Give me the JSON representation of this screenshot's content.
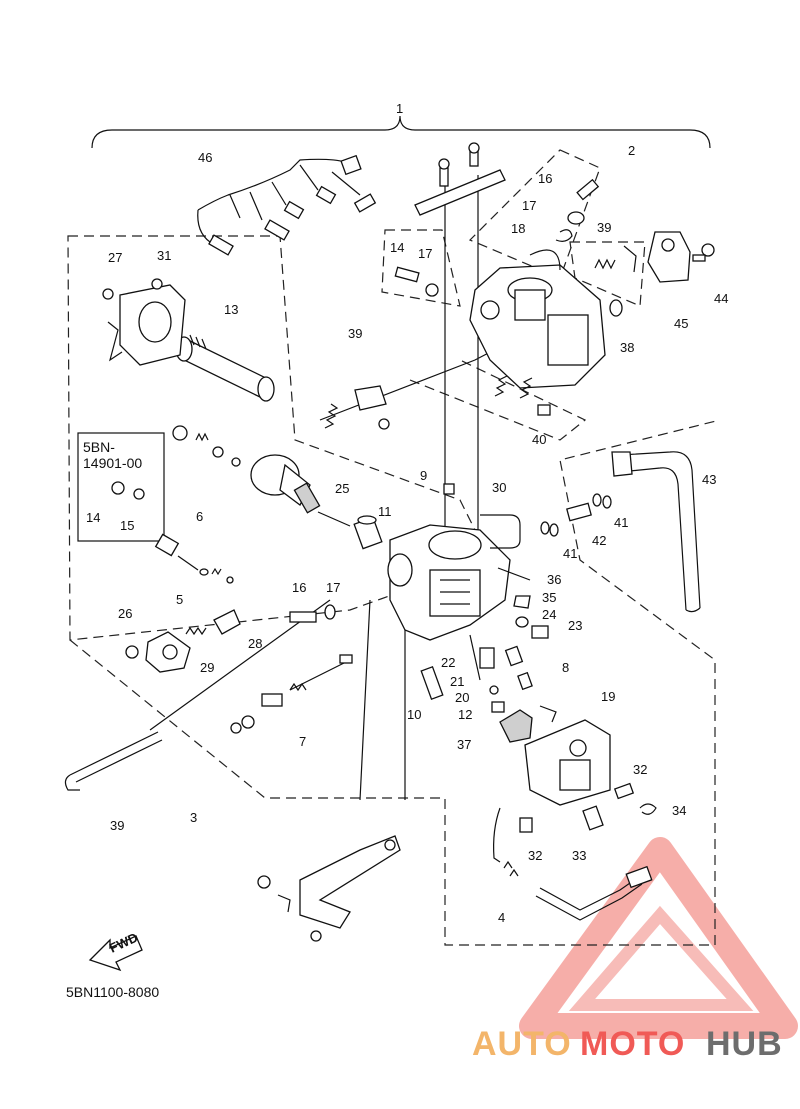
{
  "diagram": {
    "callouts": {
      "c1": "1",
      "c2": "2",
      "c3": "3",
      "c4": "4",
      "c5": "5",
      "c6": "6",
      "c7": "7",
      "c8": "8",
      "c9": "9",
      "c10": "10",
      "c11": "11",
      "c12": "12",
      "c13": "13",
      "c14a": "14",
      "c14b": "14",
      "c15": "15",
      "c16a": "16",
      "c16b": "16",
      "c17a": "17",
      "c17b": "17",
      "c17c": "17",
      "c18": "18",
      "c19": "19",
      "c20": "20",
      "c21": "21",
      "c22": "22",
      "c23": "23",
      "c24": "24",
      "c25": "25",
      "c26": "26",
      "c27": "27",
      "c28": "28",
      "c29": "29",
      "c30": "30",
      "c31": "31",
      "c32a": "32",
      "c32b": "32",
      "c33": "33",
      "c34": "34",
      "c35": "35",
      "c36": "36",
      "c37": "37",
      "c38": "38",
      "c39a": "39",
      "c39b": "39",
      "c39c": "39",
      "c40": "40",
      "c41a": "41",
      "c41b": "41",
      "c42": "42",
      "c43": "43",
      "c44": "44",
      "c45": "45",
      "c46": "46"
    },
    "kit_box": {
      "line1": "5BN-",
      "line2": "14901-00"
    },
    "fwd_label": "FWD",
    "figure_code": "5BN1100-8080"
  },
  "watermark": {
    "part1": "AUTO",
    "part2": "MOTO",
    "part3": "HUB",
    "colors": {
      "light": "#f3b56a",
      "red": "#f05a56",
      "gray": "#6d6d6d"
    }
  }
}
